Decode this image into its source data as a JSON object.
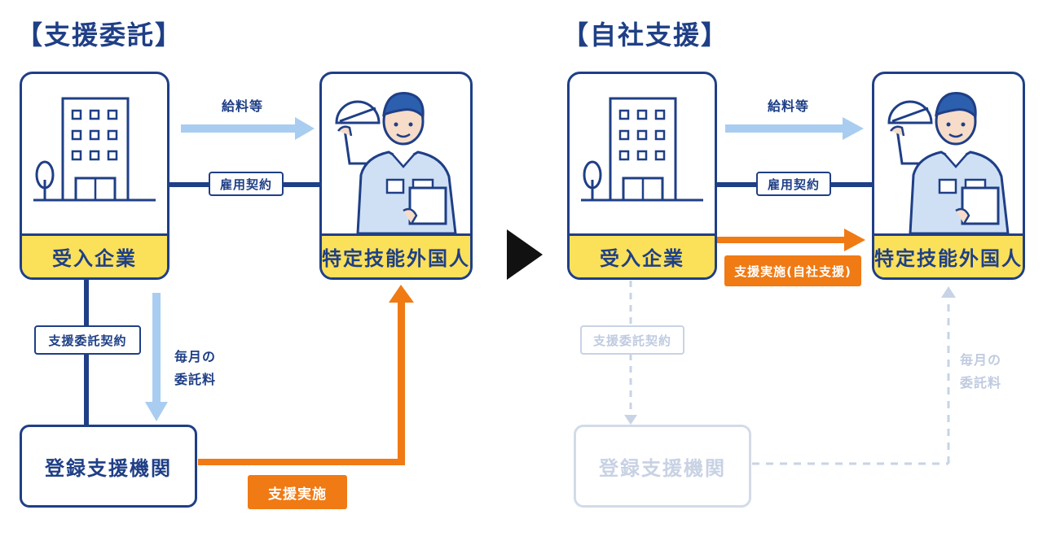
{
  "left": {
    "title": "【支援委託】",
    "company_label": "受入企業",
    "worker_label": "特定技能外国人",
    "salary_label": "給料等",
    "employment_contract": "雇用契約",
    "consignment_contract": "支援委託契約",
    "monthly_fee_line1": "毎月の",
    "monthly_fee_line2": "委託料",
    "support_org": "登録支援機関",
    "support_tag": "支援実施"
  },
  "right": {
    "title": "【自社支援】",
    "company_label": "受入企業",
    "worker_label": "特定技能外国人",
    "salary_label": "給料等",
    "employment_contract": "雇用契約",
    "self_support_tag": "支援実施(自社支援)",
    "consignment_contract": "支援委託契約",
    "monthly_fee_line1": "毎月の",
    "monthly_fee_line2": "委託料",
    "support_org": "登録支援機関"
  },
  "icons": [
    "building-icon",
    "worker-icon",
    "play-arrow-icon"
  ],
  "colors": {
    "navy": "#1f3f86",
    "light_blue_arrow": "#a9cdf0",
    "orange": "#f07a14",
    "yellow_band": "#fbe05a",
    "faded": "#c8d3e6"
  }
}
